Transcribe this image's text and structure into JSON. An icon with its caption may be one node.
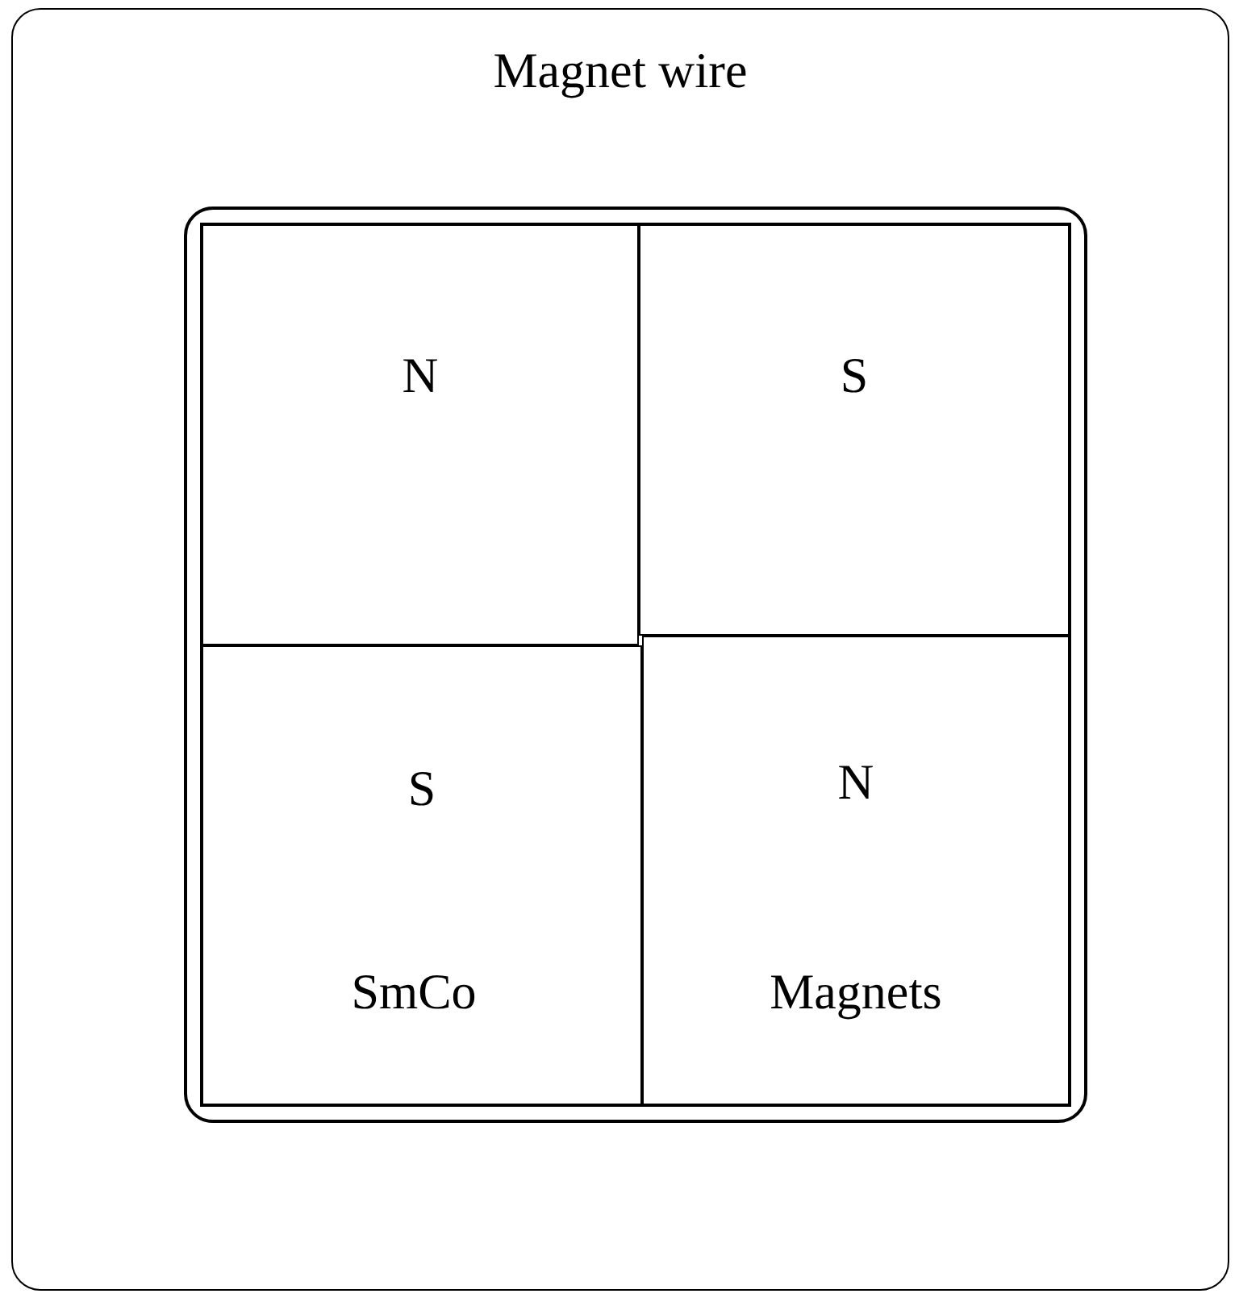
{
  "diagram": {
    "nodes": [
      {
        "text": [
          "Magnet wire"
        ]
      },
      {
        "text": [],
        "shape": "box",
        "in": 0
      },
      {
        "text": [
          "N"
        ],
        "in": 1
      },
      {
        "text": [
          "S"
        ],
        "in": 1
      },
      {
        "text": [
          "S",
          "SmCo"
        ],
        "in": 1
      },
      {
        "text": [
          "N",
          "Magnets"
        ],
        "in": 1
      }
    ],
    "edges": []
  }
}
